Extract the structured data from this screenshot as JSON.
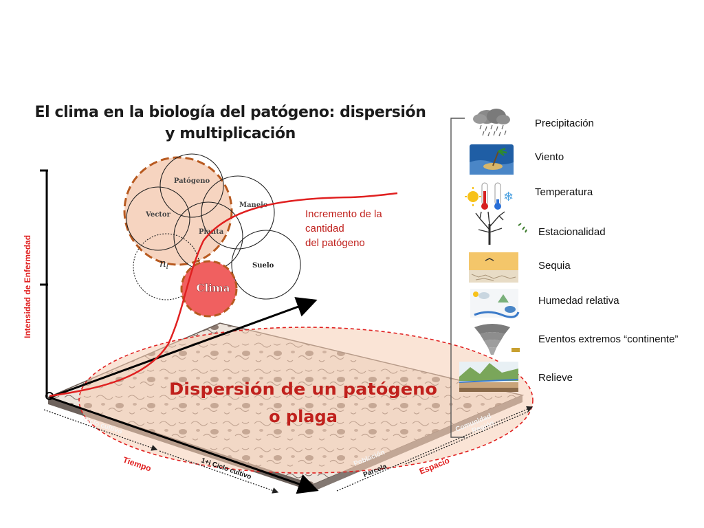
{
  "title": "El clima en la biología del patógeno: dispersión y multiplicación",
  "axis": {
    "y_label": "Intensidad de Enfermedad",
    "time_label": "Tiempo",
    "space_label": "Espacio"
  },
  "circles": {
    "patogeno": "Patógeno",
    "manejo": "Manejo",
    "vector": "Vector",
    "planta": "Planta",
    "suelo": "Suelo",
    "ni": "n",
    "ni_sub": "i",
    "clima": "Clima"
  },
  "increment": {
    "line1": "Incremento de la",
    "line2": "cantidad",
    "line3": "del patógeno"
  },
  "dispersion": {
    "line1": "Dispersión de un patógeno",
    "line2": "o plaga"
  },
  "plane_labels": {
    "ciclo_cultivo": "Ciclo cultivo",
    "ciclo_cultivo_next": "1+i Ciclo cultivo",
    "poblacion": "Población",
    "parcela": "Parcela",
    "comunidad": "Comunidad",
    "region": "Región"
  },
  "factors": [
    {
      "label": "Precipitación",
      "icon": "rain-cloud-icon"
    },
    {
      "label": "Viento",
      "icon": "wind-island-icon"
    },
    {
      "label": "Temperatura",
      "icon": "thermometer-icon"
    },
    {
      "label": "Estacionalidad",
      "icon": "bare-tree-icon"
    },
    {
      "label": "Sequia",
      "icon": "drought-icon"
    },
    {
      "label": "Humedad relativa",
      "icon": "water-cycle-icon"
    },
    {
      "label": "Eventos extremos “continente”",
      "icon": "tornado-icon"
    },
    {
      "label": "Relieve",
      "icon": "terrain-icon"
    }
  ],
  "colors": {
    "red": "#e02020",
    "clima_fill": "#f06060",
    "highlight_fill": "#f5cdb5",
    "dashed_brown": "#b85a20",
    "dispersion_text": "#c0201c"
  }
}
